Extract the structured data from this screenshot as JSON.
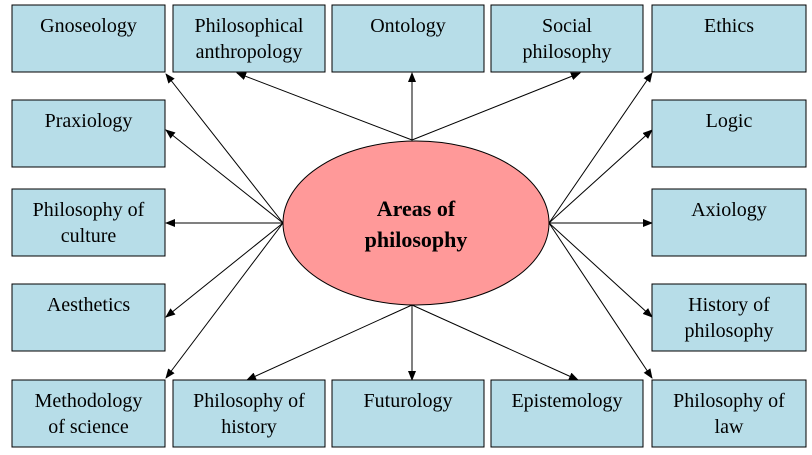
{
  "center": {
    "line1": "Areas of",
    "line2": "philosophy",
    "fill": "#ff9999"
  },
  "box_color": "#b7dde8",
  "areas": [
    {
      "id": "gnoseology",
      "lines": [
        "Gnoseology"
      ]
    },
    {
      "id": "philosophical-anthropology",
      "lines": [
        "Philosophical",
        "anthropology"
      ]
    },
    {
      "id": "ontology",
      "lines": [
        "Ontology"
      ]
    },
    {
      "id": "social-philosophy",
      "lines": [
        "Social",
        "philosophy"
      ]
    },
    {
      "id": "ethics",
      "lines": [
        "Ethics"
      ]
    },
    {
      "id": "praxiology",
      "lines": [
        "Praxiology"
      ]
    },
    {
      "id": "logic",
      "lines": [
        "Logic"
      ]
    },
    {
      "id": "philosophy-of-culture",
      "lines": [
        "Philosophy of",
        "culture"
      ]
    },
    {
      "id": "axiology",
      "lines": [
        "Axiology"
      ]
    },
    {
      "id": "aesthetics",
      "lines": [
        "Aesthetics"
      ]
    },
    {
      "id": "history-of-philosophy",
      "lines": [
        "History of",
        "philosophy"
      ]
    },
    {
      "id": "methodology-of-science",
      "lines": [
        "Methodology",
        "of science"
      ]
    },
    {
      "id": "philosophy-of-history",
      "lines": [
        "Philosophy of",
        "history"
      ]
    },
    {
      "id": "futurology",
      "lines": [
        "Futurology"
      ]
    },
    {
      "id": "epistemology",
      "lines": [
        "Epistemology"
      ]
    },
    {
      "id": "philosophy-of-law",
      "lines": [
        "Philosophy of",
        "law"
      ]
    }
  ]
}
